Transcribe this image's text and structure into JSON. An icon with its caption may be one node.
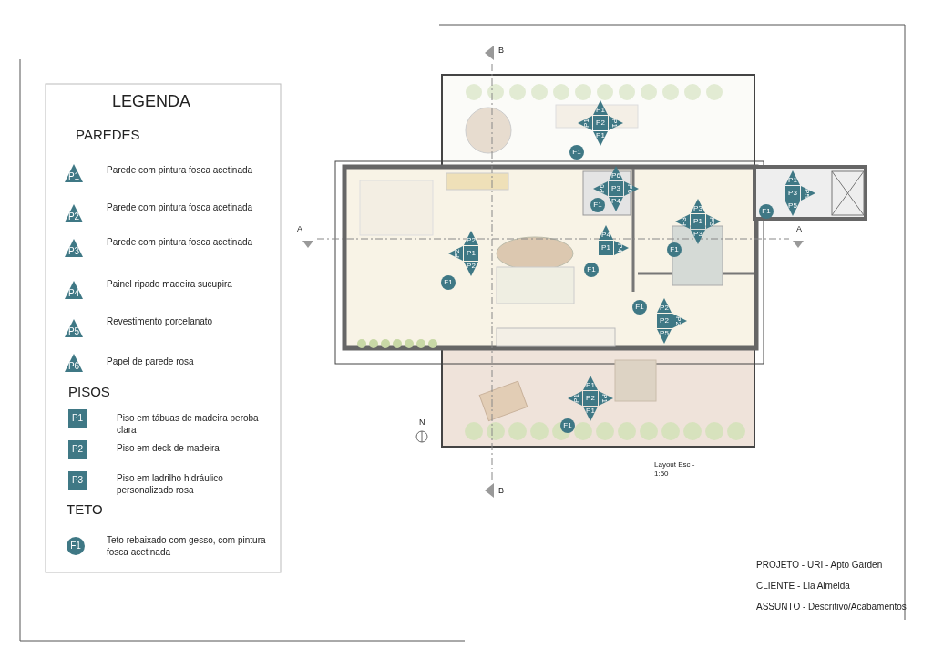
{
  "diagram": {
    "labels": [
      "LEGENDA",
      "PAREDES",
      "P1",
      "Parede com pintura fosca acetinada",
      "P2",
      "Parede com pintura fosca acetinada",
      "P3",
      "Parede com pintura fosca acetinada",
      "P4",
      "Painel ripado madeira sucupira",
      "P5",
      "Revestimento porcelanato",
      "P6",
      "Papel de parede rosa",
      "PISOS",
      "P1",
      "Piso em tábuas de madeira peroba clara",
      "P2",
      "Piso em deck de madeira",
      "P3",
      "Piso em ladrilho hidráulico personalizado rosa",
      "TETO",
      "F1",
      "Teto rebaixado com gesso, com pintura fosca acetinada",
      "B",
      "A",
      "A",
      "B",
      "N",
      "P1",
      "P1",
      "P2",
      "P1",
      "P1",
      "F1",
      "P6",
      "P6",
      "P3",
      "P6",
      "P4",
      "F1",
      "P1",
      "P3",
      "P5",
      "P5",
      "F1",
      "P3",
      "P3",
      "P1",
      "P3",
      "P3",
      "F1",
      "P2",
      "P2",
      "P1",
      "P2",
      "F1",
      "P4",
      "P1",
      "P4",
      "F1",
      "P2",
      "P2",
      "P2",
      "P5",
      "F1",
      "P1",
      "P1",
      "P2",
      "P1",
      "P1",
      "F1",
      "Layout Esc - 1:50",
      "PROJETO - URI - Apto Garden",
      "CLIENTE - Lia Almeida",
      "ASSUNTO - Descritivo/Acabamentos"
    ]
  }
}
